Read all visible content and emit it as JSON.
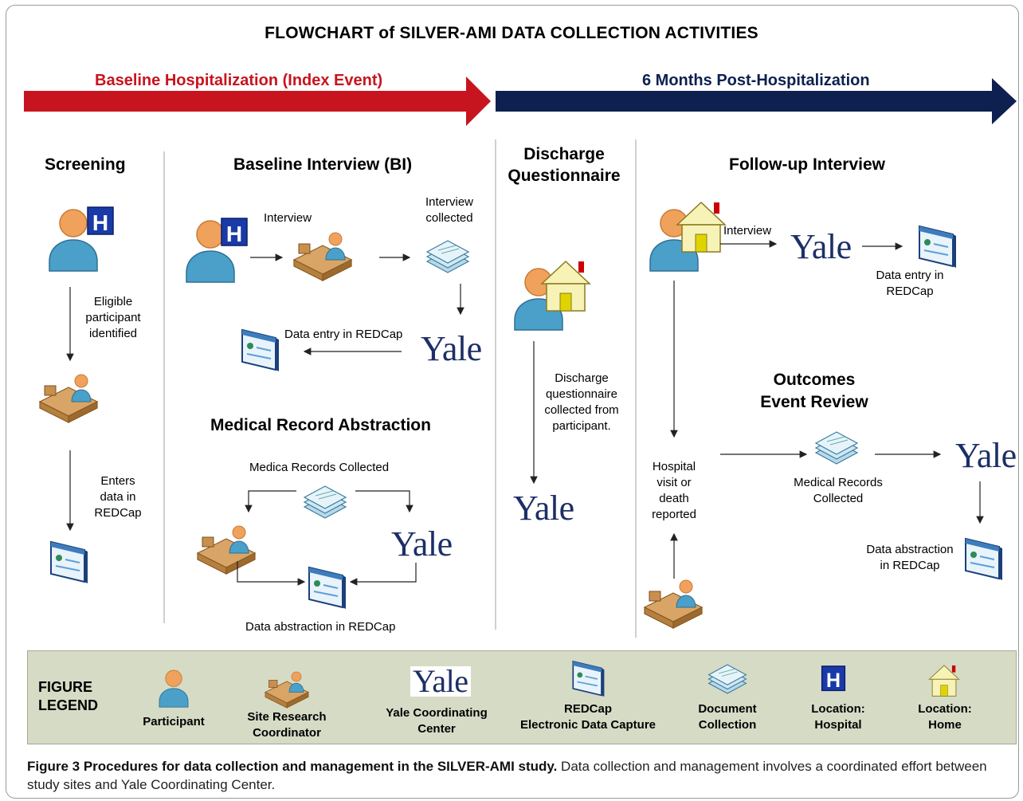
{
  "title": "FLOWCHART of SILVER-AMI DATA COLLECTION ACTIVITIES",
  "phases": {
    "baseline": "Baseline Hospitalization (Index Event)",
    "followup": "6 Months Post-Hospitalization"
  },
  "sections": {
    "screening": {
      "heading": "Screening",
      "eligible": [
        "Eligible",
        "participant",
        "identified"
      ],
      "enters": [
        "Enters",
        "data in",
        "REDCap"
      ]
    },
    "baseline_interview": {
      "heading": "Baseline Interview (BI)",
      "interview": "Interview",
      "collected": [
        "Interview",
        "collected"
      ],
      "data_entry": "Data entry in REDCap",
      "yale": "Yale"
    },
    "medical_record": {
      "heading": "Medical Record Abstraction",
      "collected": "Medica Records Collected",
      "abstraction": "Data abstraction in REDCap",
      "yale": "Yale"
    },
    "discharge": {
      "heading": [
        "Discharge",
        "Questionnaire"
      ],
      "collected": [
        "Discharge",
        "questionnaire",
        "collected from",
        "participant."
      ],
      "yale": "Yale"
    },
    "followup_interview": {
      "heading": "Follow-up Interview",
      "interview": "Interview",
      "yale": "Yale",
      "data_entry": [
        "Data entry in",
        "REDCap"
      ]
    },
    "outcomes": {
      "heading": [
        "Outcomes",
        "Event Review"
      ],
      "hospital": [
        "Hospital",
        "visit or",
        "death",
        "reported"
      ],
      "records": [
        "Medical Records",
        "Collected"
      ],
      "yale": "Yale",
      "abstraction": [
        "Data abstraction",
        "in REDCap"
      ]
    }
  },
  "legend": {
    "title": [
      "FIGURE",
      "LEGEND"
    ],
    "items": [
      {
        "label": [
          "Participant"
        ]
      },
      {
        "label": [
          "Site Research",
          "Coordinator"
        ]
      },
      {
        "label": [
          "Yale Coordinating",
          "Center"
        ],
        "mark": "Yale"
      },
      {
        "label": [
          "REDCap",
          "Electronic Data Capture"
        ]
      },
      {
        "label": [
          "Document",
          "Collection"
        ]
      },
      {
        "label": [
          "Location:",
          "Hospital"
        ]
      },
      {
        "label": [
          "Location:",
          "Home"
        ]
      }
    ]
  },
  "caption": {
    "bold": "Figure 3 Procedures for data collection and management in the SILVER-AMI study.",
    "text": " Data collection and management involves a coordinated effort between study sites and Yale Coordinating Center."
  },
  "colors": {
    "baseline_arrow": "#c8141e",
    "followup_arrow": "#0e2050",
    "yale": "#1c2f66",
    "legend_bg": "#d6dbc6"
  }
}
